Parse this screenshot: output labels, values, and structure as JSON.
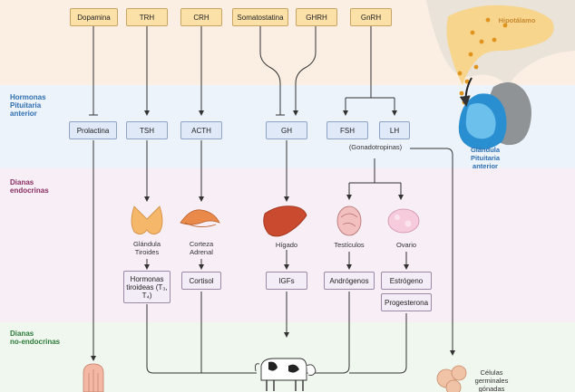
{
  "sections": {
    "pituitary": "Hormonas\nPituitaria\nanterior",
    "endocrine": "Dianas\nendocrinas",
    "nonendocrine": "Dianas\nno-endocrinas"
  },
  "hypothalamic_hormones": [
    "Dopamina",
    "TRH",
    "CRH",
    "Somatostatina",
    "GHRH",
    "GnRH"
  ],
  "pituitary_hormones": [
    "Prolactina",
    "TSH",
    "ACTH",
    "GH",
    "FSH",
    "LH"
  ],
  "gonadotropins_label": "(Gonadotropinas)",
  "hypothalamus_label": "Hipotálamo",
  "pituitary_label": "Glándula\nPituitaria\nanterior",
  "targets": [
    "Glándula\nTiroides",
    "Corteza\nAdrenal",
    "Hígado",
    "Testículos",
    "Ovario"
  ],
  "target_hormones": [
    "Hormonas\ntiroideas (T₃,\nT₄)",
    "Cortisol",
    "IGFs",
    "Andrógenos",
    "Estrógeno",
    "Progesterona"
  ],
  "germ_cells_label": "Células\ngerminales\ngónadas",
  "colors": {
    "band_hypothalamus": "#fbeee2",
    "band_pituitary": "#edf3fb",
    "band_endocrine": "#f7eef6",
    "band_nonendocrine": "#eff7ee",
    "section_pituitary": "#2f6fb0",
    "section_endocrine": "#8a2f63",
    "section_nonendocrine": "#2e7a3a",
    "hypothalamus_label": "#c98a2f",
    "pituitary_label": "#2f6fb0"
  }
}
